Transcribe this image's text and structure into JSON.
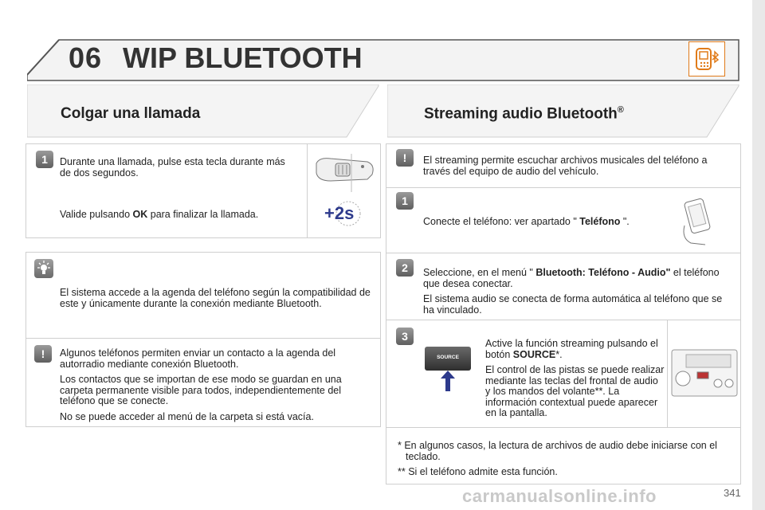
{
  "header": {
    "chapter": "06",
    "title": "WIP BLUETOOTH",
    "icon": "phone-bluetooth-icon",
    "accent": "#e07b1a"
  },
  "left": {
    "section_title": "Colgar una llamada",
    "step1": {
      "number": "1",
      "text": "Durante una llamada, pulse esta tecla durante más de dos segundos.",
      "confirm_prefix": "Valide pulsando ",
      "confirm_bold": "OK",
      "confirm_suffix": " para finalizar la llamada.",
      "badge": "+2s"
    },
    "tip": {
      "text": "El sistema accede a la agenda del teléfono según la compatibilidad de este y únicamente durante la conexión mediante Bluetooth."
    },
    "warning": {
      "p1": "Algunos teléfonos permiten enviar un contacto a la agenda del autorradio mediante conexión Bluetooth.",
      "p2": "Los contactos que se importan de ese modo se guardan en una carpeta permanente visible para todos, independientemente del teléfono que se conecte.",
      "p3": "No se puede acceder al menú de la carpeta si está vacía."
    }
  },
  "right": {
    "section_title": "Streaming audio Bluetooth",
    "section_sup": "®",
    "warning": {
      "text": "El streaming permite escuchar archivos musicales del teléfono a través del equipo de audio del vehículo."
    },
    "step1": {
      "number": "1",
      "prefix": "Conecte el teléfono: ver apartado \" ",
      "bold": "Teléfono",
      "suffix": " \"."
    },
    "step2": {
      "number": "2",
      "prefix": "Seleccione, en el menú \" ",
      "bold": "Bluetooth: Teléfono - Audio\"",
      "suffix": " el teléfono que desea conectar.",
      "p2": "El sistema audio se conecta de forma automática al teléfono que se ha vinculado."
    },
    "step3": {
      "number": "3",
      "p1_prefix": "Active la función streaming pulsando el botón ",
      "p1_bold": "SOURCE",
      "p1_suffix": "*.",
      "p2": "El control de las pistas se puede realizar mediante las teclas del frontal de audio y los mandos del volante**. La información contextual puede aparecer en la pantalla.",
      "button_label": "SOURCE"
    },
    "notes": {
      "n1": "* En algunos casos, la lectura de archivos de audio debe iniciarse con el teclado.",
      "n2": "** Si el teléfono admite esta función."
    }
  },
  "page_number": "341",
  "watermark": "carmanualsonline.info"
}
